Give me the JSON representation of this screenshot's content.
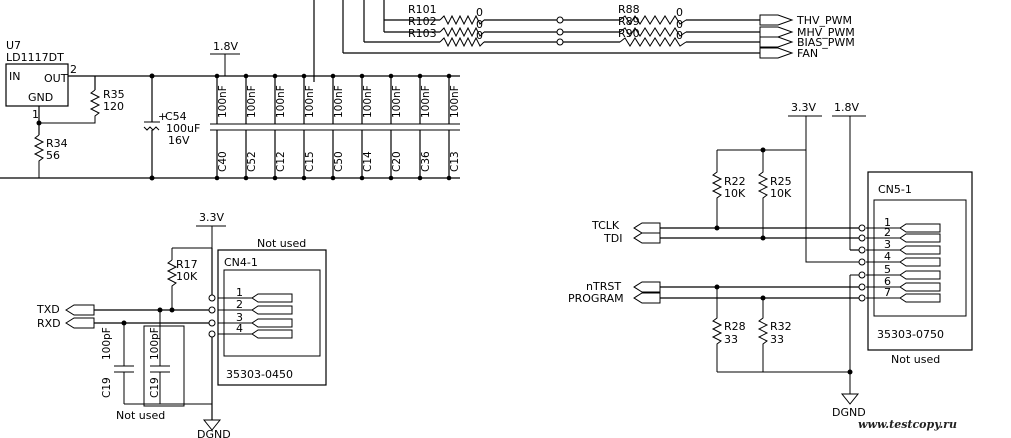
{
  "title": "",
  "u7": {
    "ref": "U7",
    "part": "LD1117DT",
    "in": "IN",
    "out": "OUT",
    "gnd": "GND",
    "pin2": "2",
    "pin1": "1"
  },
  "rail_1v8_top": "1.8V",
  "r35": {
    "ref": "R35",
    "value": "120"
  },
  "r34": {
    "ref": "R34",
    "value": "56"
  },
  "c54": {
    "ref": "C54",
    "plus": "+",
    "value": "100uF",
    "voltage": "16V"
  },
  "decoupling_caps": [
    {
      "ref": "C40",
      "value": "100nF"
    },
    {
      "ref": "C52",
      "value": "100nF"
    },
    {
      "ref": "C12",
      "value": "100nF"
    },
    {
      "ref": "C15",
      "value": "100nF"
    },
    {
      "ref": "C50",
      "value": "100nF"
    },
    {
      "ref": "C14",
      "value": "100nF"
    },
    {
      "ref": "C20",
      "value": "100nF"
    },
    {
      "ref": "C36",
      "value": "100nF"
    },
    {
      "ref": "C13",
      "value": "100nF"
    }
  ],
  "pwm_resistors": {
    "left": [
      {
        "ref": "R101",
        "value": "0"
      },
      {
        "ref": "R102",
        "value": "0"
      },
      {
        "ref": "R103",
        "value": "0"
      }
    ],
    "right": [
      {
        "ref": "R88",
        "value": "0"
      },
      {
        "ref": "R89",
        "value": "0"
      },
      {
        "ref": "R90",
        "value": "0"
      }
    ]
  },
  "pwm_nets": [
    "THV_PWM",
    "MHV_PWM",
    "BIAS_PWM",
    "FAN"
  ],
  "cn4": {
    "ref": "CN4-1",
    "part": "35303-0450",
    "note": "Not used",
    "pins": [
      "1",
      "2",
      "3",
      "4"
    ],
    "rail": "3.3V",
    "r17": {
      "ref": "R17",
      "value": "10K"
    },
    "nets": [
      "TXD",
      "RXD"
    ],
    "caps": [
      {
        "ref": "C19",
        "value": "100pF"
      },
      {
        "ref": "C19",
        "value": "100pF"
      }
    ],
    "caps_note": "Not used",
    "gnd": "DGND"
  },
  "cn5": {
    "ref": "CN5-1",
    "part": "35303-0750",
    "note": "Not used",
    "pins": [
      "1",
      "2",
      "3",
      "4",
      "5",
      "6",
      "7"
    ],
    "rail_33": "3.3V",
    "rail_18": "1.8V",
    "pullups": [
      {
        "ref": "R22",
        "value": "10K"
      },
      {
        "ref": "R25",
        "value": "10K"
      }
    ],
    "pulldowns": [
      {
        "ref": "R28",
        "value": "33"
      },
      {
        "ref": "R32",
        "value": "33"
      }
    ],
    "nets": [
      "TCLK",
      "TDI",
      "nTRST",
      "PROGRAM"
    ],
    "gnd": "DGND"
  },
  "watermark": "www.testcopy.ru"
}
